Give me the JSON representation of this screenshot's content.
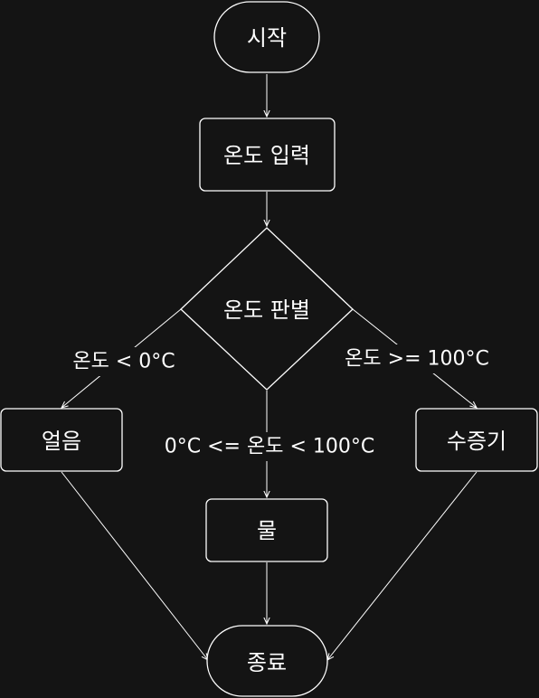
{
  "flowchart": {
    "nodes": {
      "start": {
        "label": "시작"
      },
      "input": {
        "label": "온도 입력"
      },
      "decision": {
        "label": "온도 판별"
      },
      "ice": {
        "label": "얼음"
      },
      "water": {
        "label": "물"
      },
      "steam": {
        "label": "수증기"
      },
      "end": {
        "label": "종료"
      }
    },
    "edge_labels": {
      "to_ice": "온도 < 0°C",
      "to_water": "0°C <= 온도 < 100°C",
      "to_steam": "온도 >= 100°C"
    }
  },
  "colors": {
    "background": "#141414",
    "stroke": "#ffffff",
    "text": "#ffffff"
  }
}
